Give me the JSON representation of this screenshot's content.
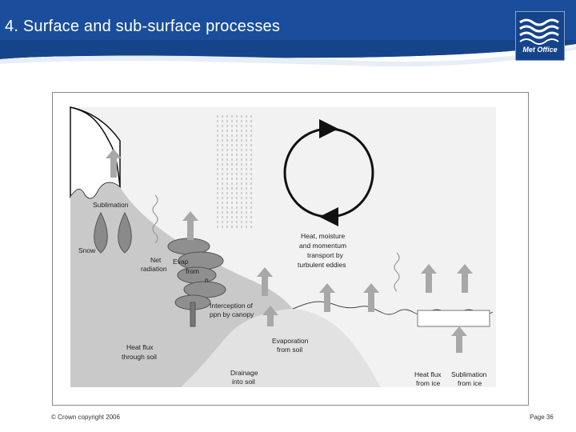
{
  "slide": {
    "title": "4.  Surface and sub-surface processes",
    "logo_text": "Met Office",
    "copyright": "© Crown copyright 2006",
    "page": "Page 36"
  },
  "diagram": {
    "labels": {
      "sublimation": "Sublimation",
      "snow": "Snow",
      "net_radiation_1": "Net",
      "net_radiation_2": "radiation",
      "evap_from_1": "Evap",
      "evap_from_2": "from",
      "evap_from_3": "n",
      "interception_1": "Interception of",
      "interception_2": "ppn by canopy",
      "heat_moisture_1": "Heat, moisture",
      "heat_moisture_2": "and momentum",
      "heat_moisture_3": "transport by",
      "heat_moisture_4": "turbulent eddies",
      "heat_flux_soil_1": "Heat flux",
      "heat_flux_soil_2": "through soil",
      "evap_soil_1": "Evaporation",
      "evap_soil_2": "from soil",
      "drainage_1": "Drainage",
      "drainage_2": "into soil",
      "heat_flux_ice_1": "Heat flux",
      "heat_flux_ice_2": "from ice",
      "sublimation_ice_1": "Sublimation",
      "sublimation_ice_2": "from ice"
    }
  },
  "colors": {
    "header_blue": "#1a4e9c",
    "land_grey": "#c9c9c9",
    "tree_grey": "#8a8a8a",
    "arrow_grey": "#a8a8a8"
  }
}
